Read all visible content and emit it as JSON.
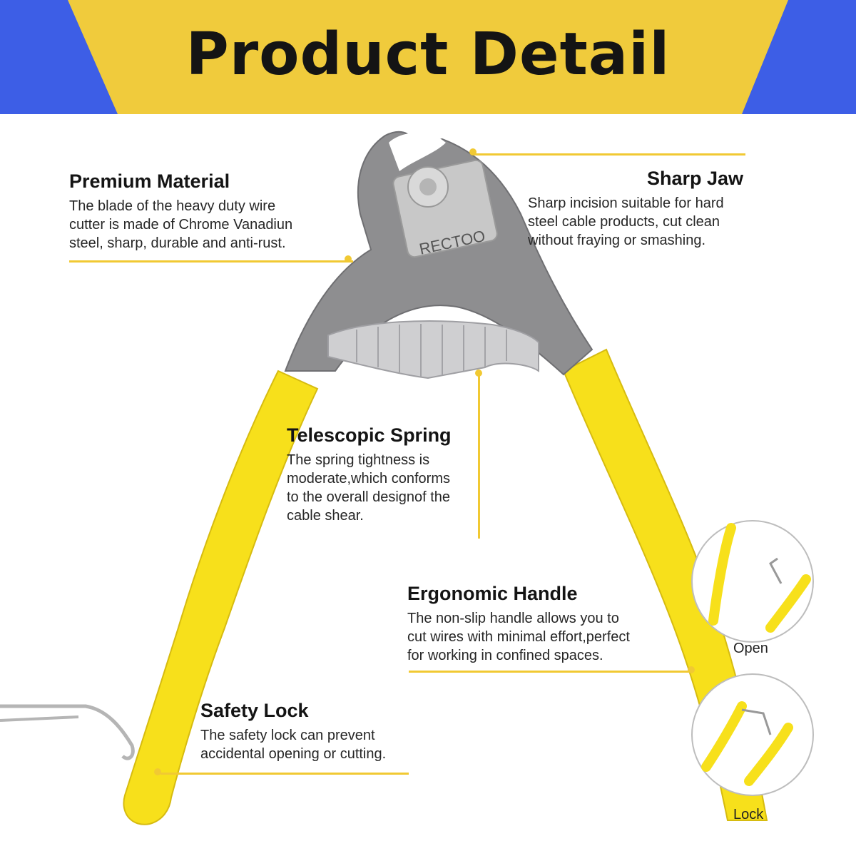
{
  "banner": {
    "title": "Product Detail",
    "colors": {
      "yellow": "#f0cb3c",
      "blue": "#3d5ee6",
      "title": "#141414"
    }
  },
  "product": {
    "brand_stamp": "RECTOO",
    "handle_color": "#f7e01b",
    "steel_color": "#8e8e90"
  },
  "callouts": {
    "premium_material": {
      "title": "Premium Material",
      "text": "The blade of the heavy duty wire\ncutter is made of Chrome Vanadiun\nsteel, sharp, durable and anti-rust."
    },
    "sharp_jaw": {
      "title": "Sharp Jaw",
      "text": "Sharp incision suitable for hard\nsteel cable products, cut clean\nwithout fraying or smashing."
    },
    "telescopic_spring": {
      "title": "Telescopic Spring",
      "text": "The spring tightness is\nmoderate,which conforms\nto the overall designof the\ncable shear."
    },
    "ergonomic_handle": {
      "title": "Ergonomic Handle",
      "text": "The non-slip handle allows you to\ncut wires with minimal effort,perfect\nfor working in confined spaces."
    },
    "safety_lock": {
      "title": "Safety Lock",
      "text": "The safety lock can prevent\naccidental opening or cutting."
    }
  },
  "insets": {
    "open_label": "Open",
    "lock_label": "Lock"
  },
  "leader_color": "#f1c933"
}
